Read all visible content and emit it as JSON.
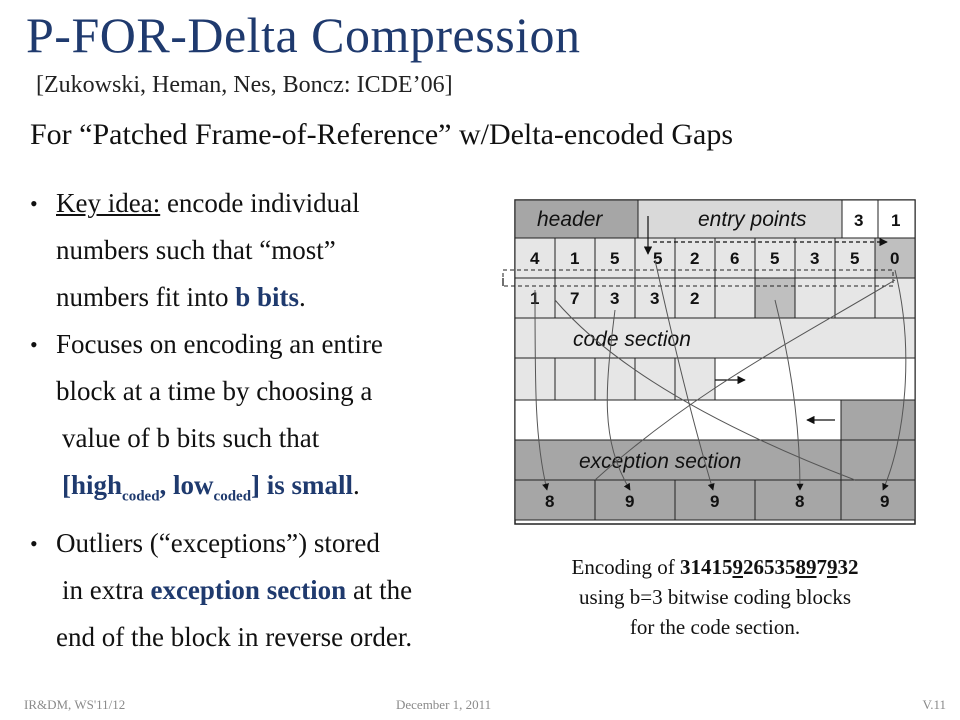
{
  "slide": {
    "title": "P-FOR-Delta Compression",
    "citation": "[Zukowski, Heman, Nes, Boncz: ICDE’06]",
    "subtitle": "For “Patched Frame-of-Reference” w/Delta-encoded Gaps"
  },
  "bullets": {
    "b1": {
      "lead": "Key idea:",
      "line1_rest": " encode individual",
      "line2": "numbers such that “most”",
      "line3_pre": "numbers fit into ",
      "line3_bold": "b bits",
      "line3_post": "."
    },
    "b2": {
      "line1": "Focuses on encoding an entire",
      "line2": "block at a time by choosing a",
      "line3": "value of b bits such that",
      "high": "[high",
      "sub1": "coded",
      "low": ", low",
      "sub2": "coded",
      "small": "] is small",
      "end": "."
    },
    "b3": {
      "line1": "Outliers (“exceptions”) stored",
      "line2_pre": "in extra ",
      "line2_bold": "exception section",
      "line2_post": " at the",
      "line3": "end of the block in reverse order."
    }
  },
  "diagram": {
    "header": "header",
    "entry_points": "entry points",
    "hdr_v1": "3",
    "hdr_v2": "1",
    "row1": [
      "4",
      "1",
      "5",
      "5",
      "2",
      "6",
      "5",
      "3",
      "5",
      "0"
    ],
    "row2": [
      "1",
      "7",
      "3",
      "3",
      "2"
    ],
    "code_section": "code section",
    "exception_section": "exception section",
    "exceptions": [
      "8",
      "9",
      "9",
      "8",
      "9"
    ],
    "colors": {
      "dark": "#a6a6a6",
      "mid": "#bfbfbf",
      "light": "#e6e6e6",
      "white": "#ffffff"
    }
  },
  "caption": {
    "pre": "Encoding of ",
    "n1": "31415",
    "n2": "9",
    "n3": "26535",
    "n4": "8",
    "n5": "9",
    "n6": "7",
    "n7": "9",
    "n8": "32",
    "line2": "using b=3 bitwise coding blocks",
    "line3": "for the code section."
  },
  "footer": {
    "left": "IR&DM, WS'11/12",
    "center": "December 1, 2011",
    "right": "V.11"
  }
}
